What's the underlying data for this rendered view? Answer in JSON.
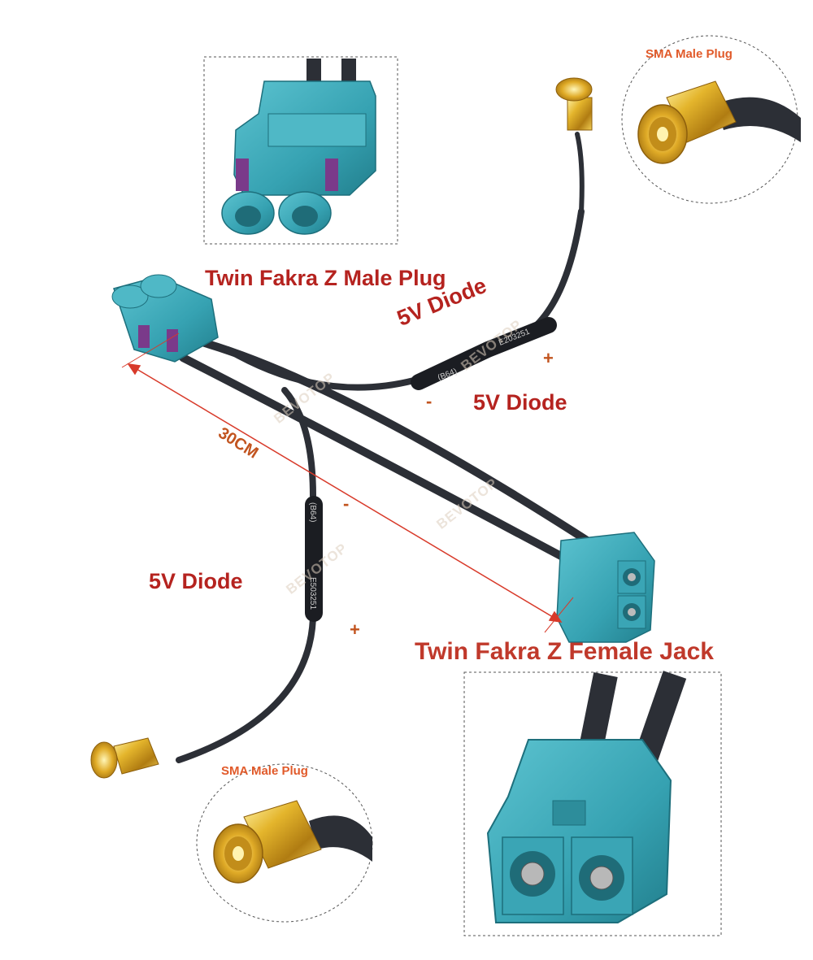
{
  "labels": {
    "male_plug": "Twin Fakra Z Male Plug",
    "female_jack": "Twin Fakra Z Female Jack",
    "sma_top": "SMA Male Plug",
    "sma_bottom": "SMA Male Plug",
    "diode_top": "5V Diode",
    "diode_right": "5V Diode",
    "diode_left": "5V Diode",
    "length": "30CM",
    "plus_top": "+",
    "minus_top": "-",
    "minus_left": "-",
    "plus_left": "+"
  },
  "watermark": "BEVOTOP",
  "diode_markings": {
    "top": "E203251",
    "top_band": "(B64)",
    "left": "E503251",
    "left_band": "(B64)"
  },
  "colors": {
    "connector": "#3aa5b5",
    "cable": "#2c2f36",
    "sma_gold": "#d9a722",
    "label_red": "#b5231f",
    "label_orange": "#e15a2a",
    "dimension_line": "#d83a2a"
  }
}
